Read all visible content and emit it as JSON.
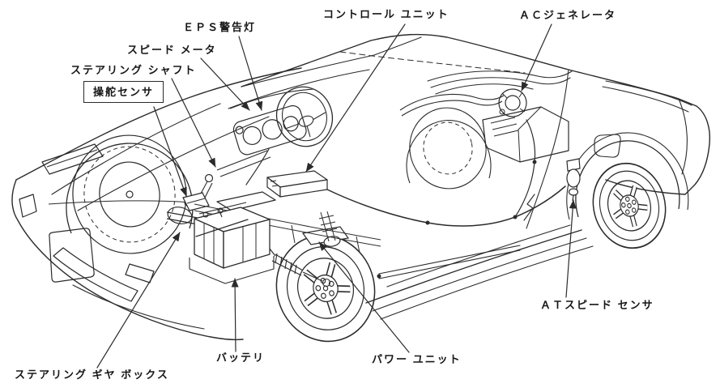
{
  "figure": {
    "background_color": "#ffffff",
    "line_color": "#2b2b2b",
    "text_color": "#161616",
    "description_visible_text_only": true
  },
  "labels": {
    "control_unit": "コントロール ユニット",
    "ac_generator": "ＡＣジェネレータ",
    "eps_warning_light": "ＥＰＳ警告灯",
    "speedometer": "スピード メータ",
    "steering_shaft": "ステアリング シャフト",
    "steering_sensor": "操舵センサ",
    "at_speed_sensor": "ＡＴスピード センサ",
    "power_unit": "パワー ユニット",
    "battery": "バッテリ",
    "steering_gear_box": "ステアリング ギヤ ボックス"
  }
}
